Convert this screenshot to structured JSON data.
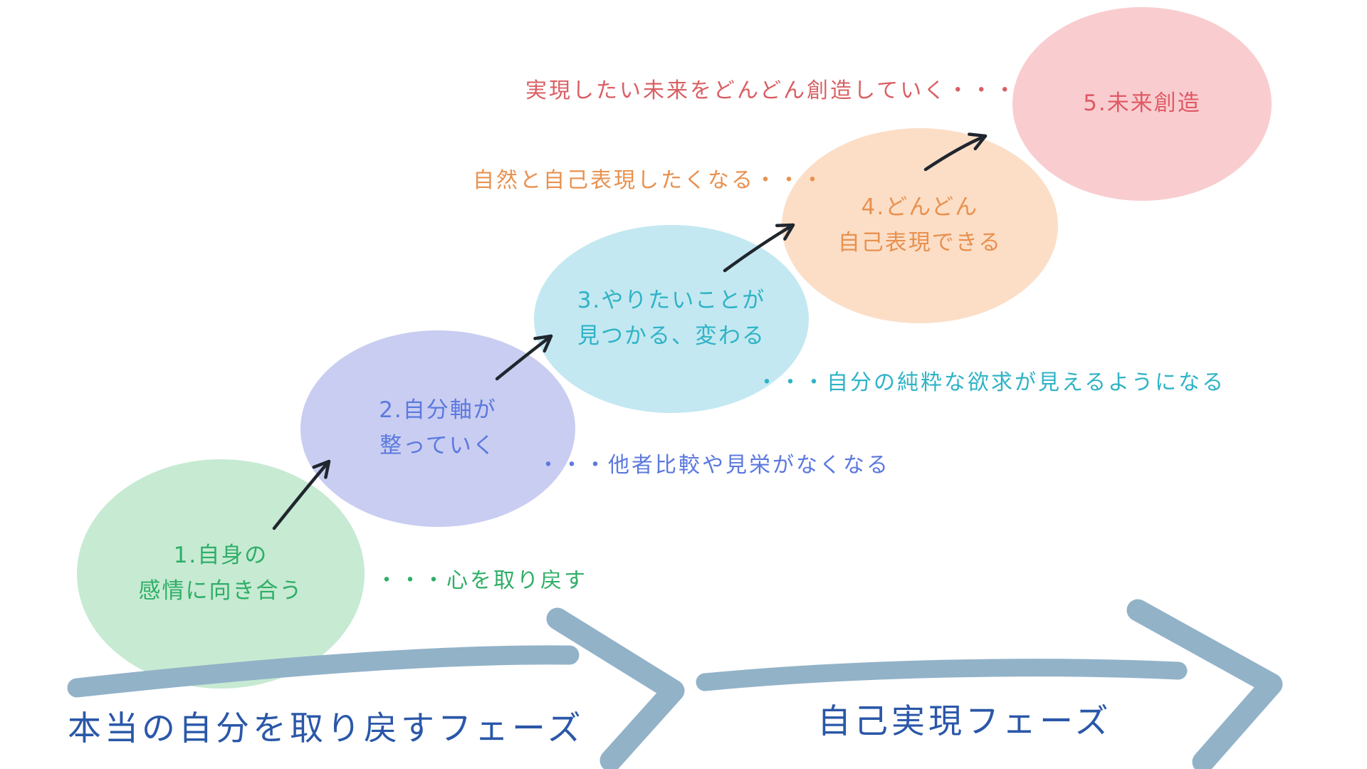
{
  "diagram": {
    "type": "staircase-phase-diagram",
    "background": "#ffffff"
  },
  "phases": [
    {
      "line1": "1.自身の",
      "line2": "感情に向き合う",
      "annotation": "・・・心を取り戻す",
      "fill": "#c7ead2",
      "text_color": "#2fae68"
    },
    {
      "line1": "2.自分軸が",
      "line2": "整っていく",
      "annotation": "・・・他者比較や見栄がなくなる",
      "fill": "#c9cdf1",
      "text_color": "#5b79de"
    },
    {
      "line1": "3.やりたいことが",
      "line2": "見つかる、変わる",
      "annotation": "・・・自分の純粋な欲求が見えるようになる",
      "fill": "#c3e8f1",
      "text_color": "#2fb3c6"
    },
    {
      "line1": "4.どんどん",
      "line2": "自己表現できる",
      "annotation": "自然と自己表現したくなる・・・",
      "fill": "#fcdec7",
      "text_color": "#e8914f"
    },
    {
      "line1": "5.未来創造",
      "annotation": "実現したい未来をどんどん創造していく・・・",
      "fill": "#f9cdd0",
      "text_color": "#df5a64"
    }
  ],
  "sections": {
    "left_label": "本当の自分を取り戻すフェーズ",
    "right_label": "自己実現フェーズ",
    "label_color": "#2a57a8"
  },
  "arrows": {
    "step_connector_color": "#20262e",
    "phase_arrow_color": "#92b2c8"
  }
}
